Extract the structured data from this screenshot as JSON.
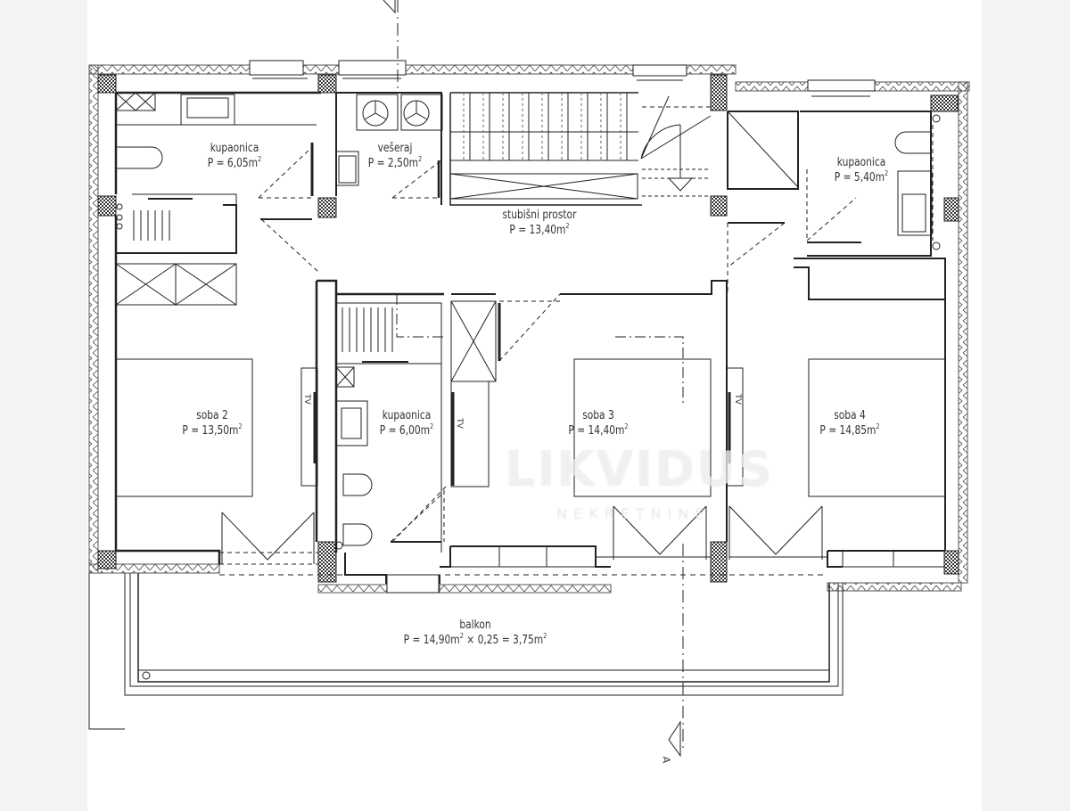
{
  "plan": {
    "type": "floor-plan",
    "colors": {
      "background_margin": "#f3f3f3",
      "sheet": "#ffffff",
      "line": "#222222",
      "text": "#333333"
    },
    "rooms": [
      {
        "id": "kupaonica-1",
        "name": "kupaonica",
        "area_prefix": "P = ",
        "area": "6,05m",
        "unit_sup": "2"
      },
      {
        "id": "veseraj",
        "name": "vešeraj",
        "area_prefix": "P = ",
        "area": "2,50m",
        "unit_sup": "2"
      },
      {
        "id": "stubisni-prostor",
        "name": "stubišni prostor",
        "area_prefix": "P = ",
        "area": "13,40m",
        "unit_sup": "2"
      },
      {
        "id": "kupaonica-2",
        "name": "kupaonica",
        "area_prefix": "P = ",
        "area": "5,40m",
        "unit_sup": "2"
      },
      {
        "id": "soba-2",
        "name": "soba 2",
        "area_prefix": "P = ",
        "area": "13,50m",
        "unit_sup": "2"
      },
      {
        "id": "kupaonica-3",
        "name": "kupaonica",
        "area_prefix": "P = ",
        "area": "6,00m",
        "unit_sup": "2"
      },
      {
        "id": "soba-3",
        "name": "soba 3",
        "area_prefix": "P = ",
        "area": "14,40m",
        "unit_sup": "2"
      },
      {
        "id": "soba-4",
        "name": "soba 4",
        "area_prefix": "P = ",
        "area": "14,85m",
        "unit_sup": "2"
      }
    ],
    "balcony": {
      "name": "balkon",
      "formula_prefix": "P = 14,90m",
      "formula_mid": " × 0,25 = 3,75m",
      "sup": "2"
    },
    "tv_labels": [
      "TV",
      "TV",
      "TV"
    ],
    "section_marker": "A",
    "watermark": {
      "main": "LIKVIDUS",
      "sub": "NEKRETNINE"
    }
  }
}
